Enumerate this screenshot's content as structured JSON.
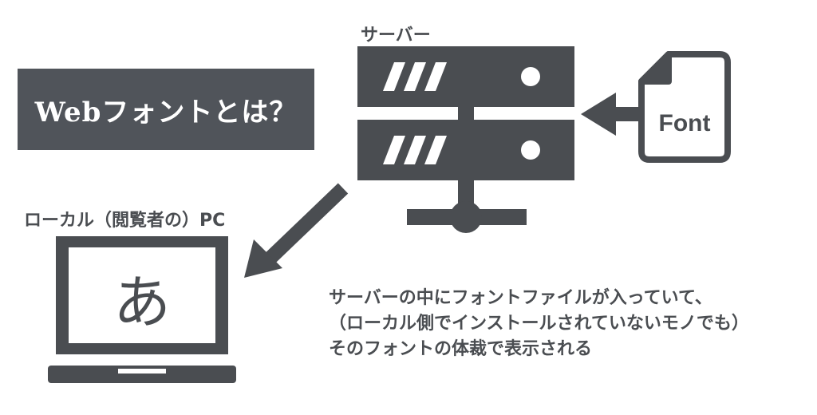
{
  "title": "Webフォントとは？",
  "server_label": "サーバー",
  "pc_label": "ローカル（閲覧者の）PC",
  "font_file_label": "Font",
  "screen_char": "あ",
  "description_lines": [
    "サーバーの中にフォントファイルが入っていて、",
    "（ローカル側でインストールされていないモノでも）",
    "そのフォントの体裁で表示される"
  ],
  "colors": {
    "primary": "#4a4d51",
    "title_bg": "#50545a",
    "background": "#ffffff"
  },
  "icons": [
    "server-icon",
    "font-file-icon",
    "laptop-icon",
    "arrow-left-icon",
    "arrow-down-left-icon"
  ]
}
